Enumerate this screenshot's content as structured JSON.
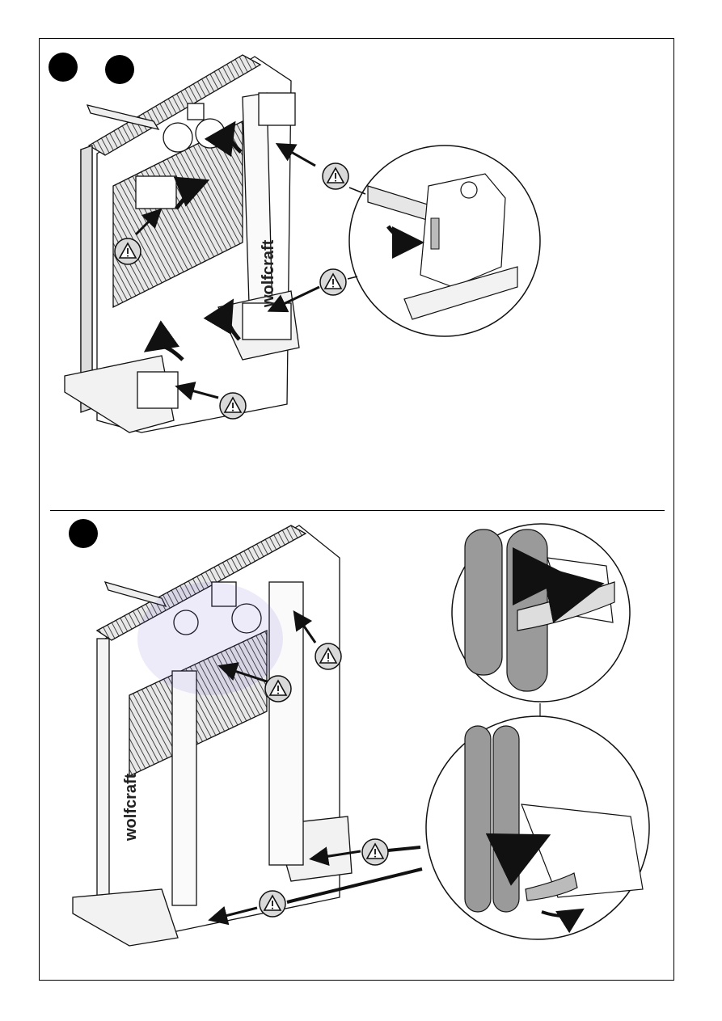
{
  "page": {
    "background": "#ffffff",
    "line_color": "#000000"
  },
  "steps": [
    {
      "id": "step-a",
      "marker": ""
    },
    {
      "id": "step-b",
      "marker": ""
    },
    {
      "id": "step-c",
      "marker": ""
    }
  ],
  "brand_text": "wolfcraft",
  "warning_icon": "warning-triangle-icon",
  "colors": {
    "tube": "#9a9a9a",
    "tube_dark": "#7d7d7d",
    "warning_fill": "#d9d9d9",
    "purple_tint": "#6a5acd"
  }
}
